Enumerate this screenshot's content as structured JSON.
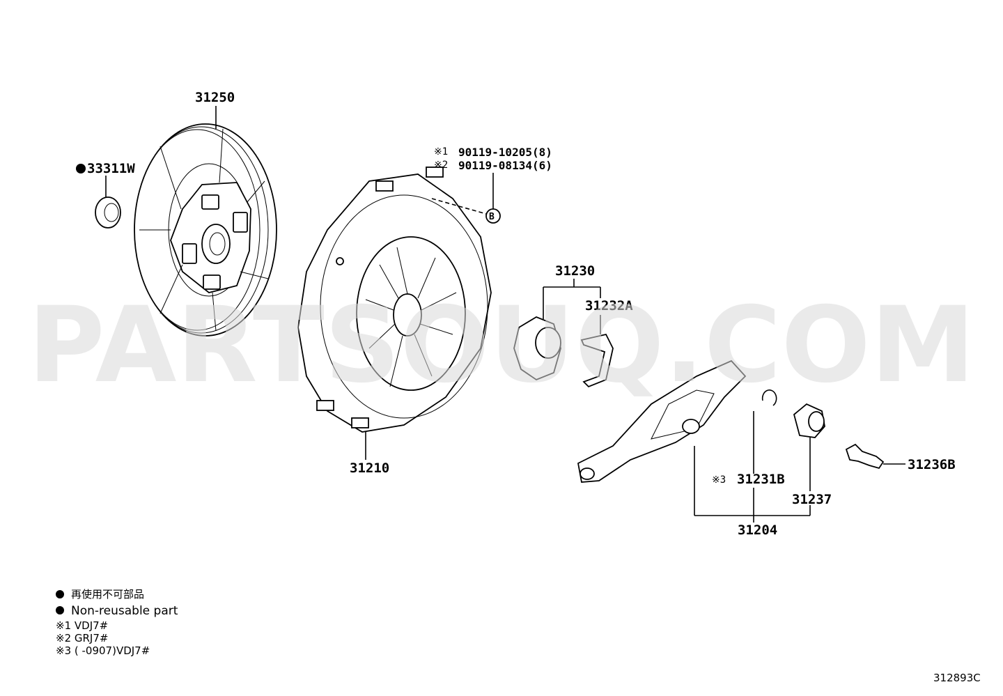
{
  "diagram": {
    "watermark": "PARTSOUQ.COM",
    "parts": {
      "p31250": "31250",
      "p33311w": "33311W",
      "p31210": "31210",
      "p31230": "31230",
      "p31232a": "31232A",
      "p31204": "31204",
      "p31231b": "31231B",
      "p31237": "31237",
      "p31236b": "31236B"
    },
    "bolts": {
      "line1_mark": "※1",
      "line1_text": "90119-10205(8)",
      "line2_mark": "※2",
      "line2_text": "90119-08134(6)",
      "callout": "B"
    },
    "note_mark_3": "※3",
    "legend": {
      "jp": "再使用不可部品",
      "en": "Non-reusable part",
      "n1": "※1  VDJ7#",
      "n2": "※2  GRJ7#",
      "n3": "※3 (         -0907)VDJ7#"
    },
    "figure_code": "312893C"
  }
}
